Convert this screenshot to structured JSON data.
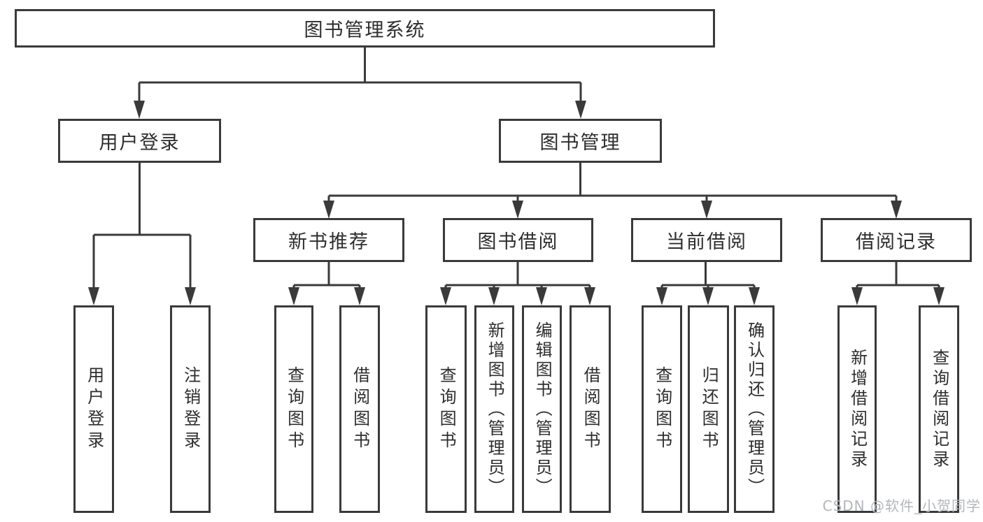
{
  "diagram": {
    "root": {
      "label": "图书管理系统"
    },
    "level2": [
      {
        "id": "user-login",
        "label": "用户登录"
      },
      {
        "id": "book-management",
        "label": "图书管理"
      }
    ],
    "level3": [
      {
        "id": "new-book-recommend",
        "label": "新书推荐",
        "parent": "book-management"
      },
      {
        "id": "book-borrow",
        "label": "图书借阅",
        "parent": "book-management"
      },
      {
        "id": "current-borrow",
        "label": "当前借阅",
        "parent": "book-management"
      },
      {
        "id": "borrow-record",
        "label": "借阅记录",
        "parent": "book-management"
      }
    ],
    "leaves": [
      {
        "id": "leaf-user-login",
        "label": "用户登录",
        "parent": "user-login"
      },
      {
        "id": "leaf-logout",
        "label": "注销登录",
        "parent": "user-login"
      },
      {
        "id": "leaf-query-books-recommend",
        "label": "查询图书",
        "parent": "new-book-recommend"
      },
      {
        "id": "leaf-borrow-books-recommend",
        "label": "借阅图书",
        "parent": "new-book-recommend"
      },
      {
        "id": "leaf-query-books-borrow",
        "label": "查询图书",
        "parent": "book-borrow"
      },
      {
        "id": "leaf-add-books-admin",
        "label": "新增图书（管理员）",
        "parent": "book-borrow"
      },
      {
        "id": "leaf-edit-books-admin",
        "label": "编辑图书（管理员）",
        "parent": "book-borrow"
      },
      {
        "id": "leaf-borrow-books",
        "label": "借阅图书",
        "parent": "book-borrow"
      },
      {
        "id": "leaf-query-books-current",
        "label": "查询图书",
        "parent": "current-borrow"
      },
      {
        "id": "leaf-return-books",
        "label": "归还图书",
        "parent": "current-borrow"
      },
      {
        "id": "leaf-confirm-return-admin",
        "label": "确认归还（管理员）",
        "parent": "current-borrow"
      },
      {
        "id": "leaf-add-borrow-record",
        "label": "新增借阅记录",
        "parent": "borrow-record"
      },
      {
        "id": "leaf-query-borrow-record",
        "label": "查询借阅记录",
        "parent": "borrow-record"
      }
    ]
  },
  "watermark": {
    "text": "CSDN @软件_小贺同学"
  },
  "colors": {
    "line": "#3a3a3a",
    "text": "#2d2d2d",
    "watermark": "#b3b6bb"
  }
}
